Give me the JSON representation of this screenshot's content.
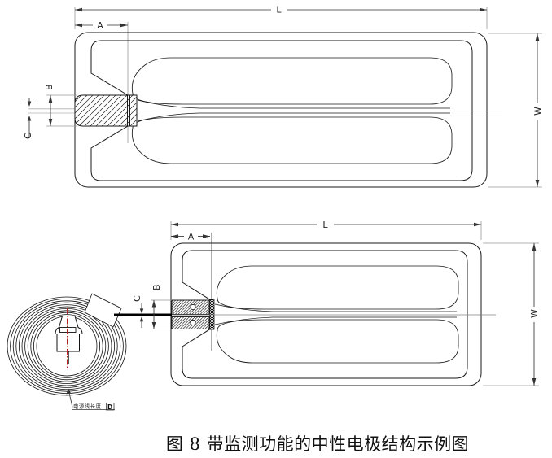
{
  "figure": {
    "caption": "图 8  带监测功能的中性电极结构示例图"
  },
  "top_diagram": {
    "dims": {
      "length": "L",
      "tab_width": "A",
      "connector_height": "B",
      "cable_thickness": "C",
      "width": "W"
    }
  },
  "bottom_diagram": {
    "dims": {
      "length": "L",
      "tab_width": "A",
      "connector_height": "B",
      "cable_thickness": "C",
      "width": "W"
    },
    "cable_callout": {
      "text": "电源线长度",
      "symbol": "D"
    }
  },
  "colors": {
    "line": "#1a1a1a",
    "centerline_red": "#b22222"
  }
}
